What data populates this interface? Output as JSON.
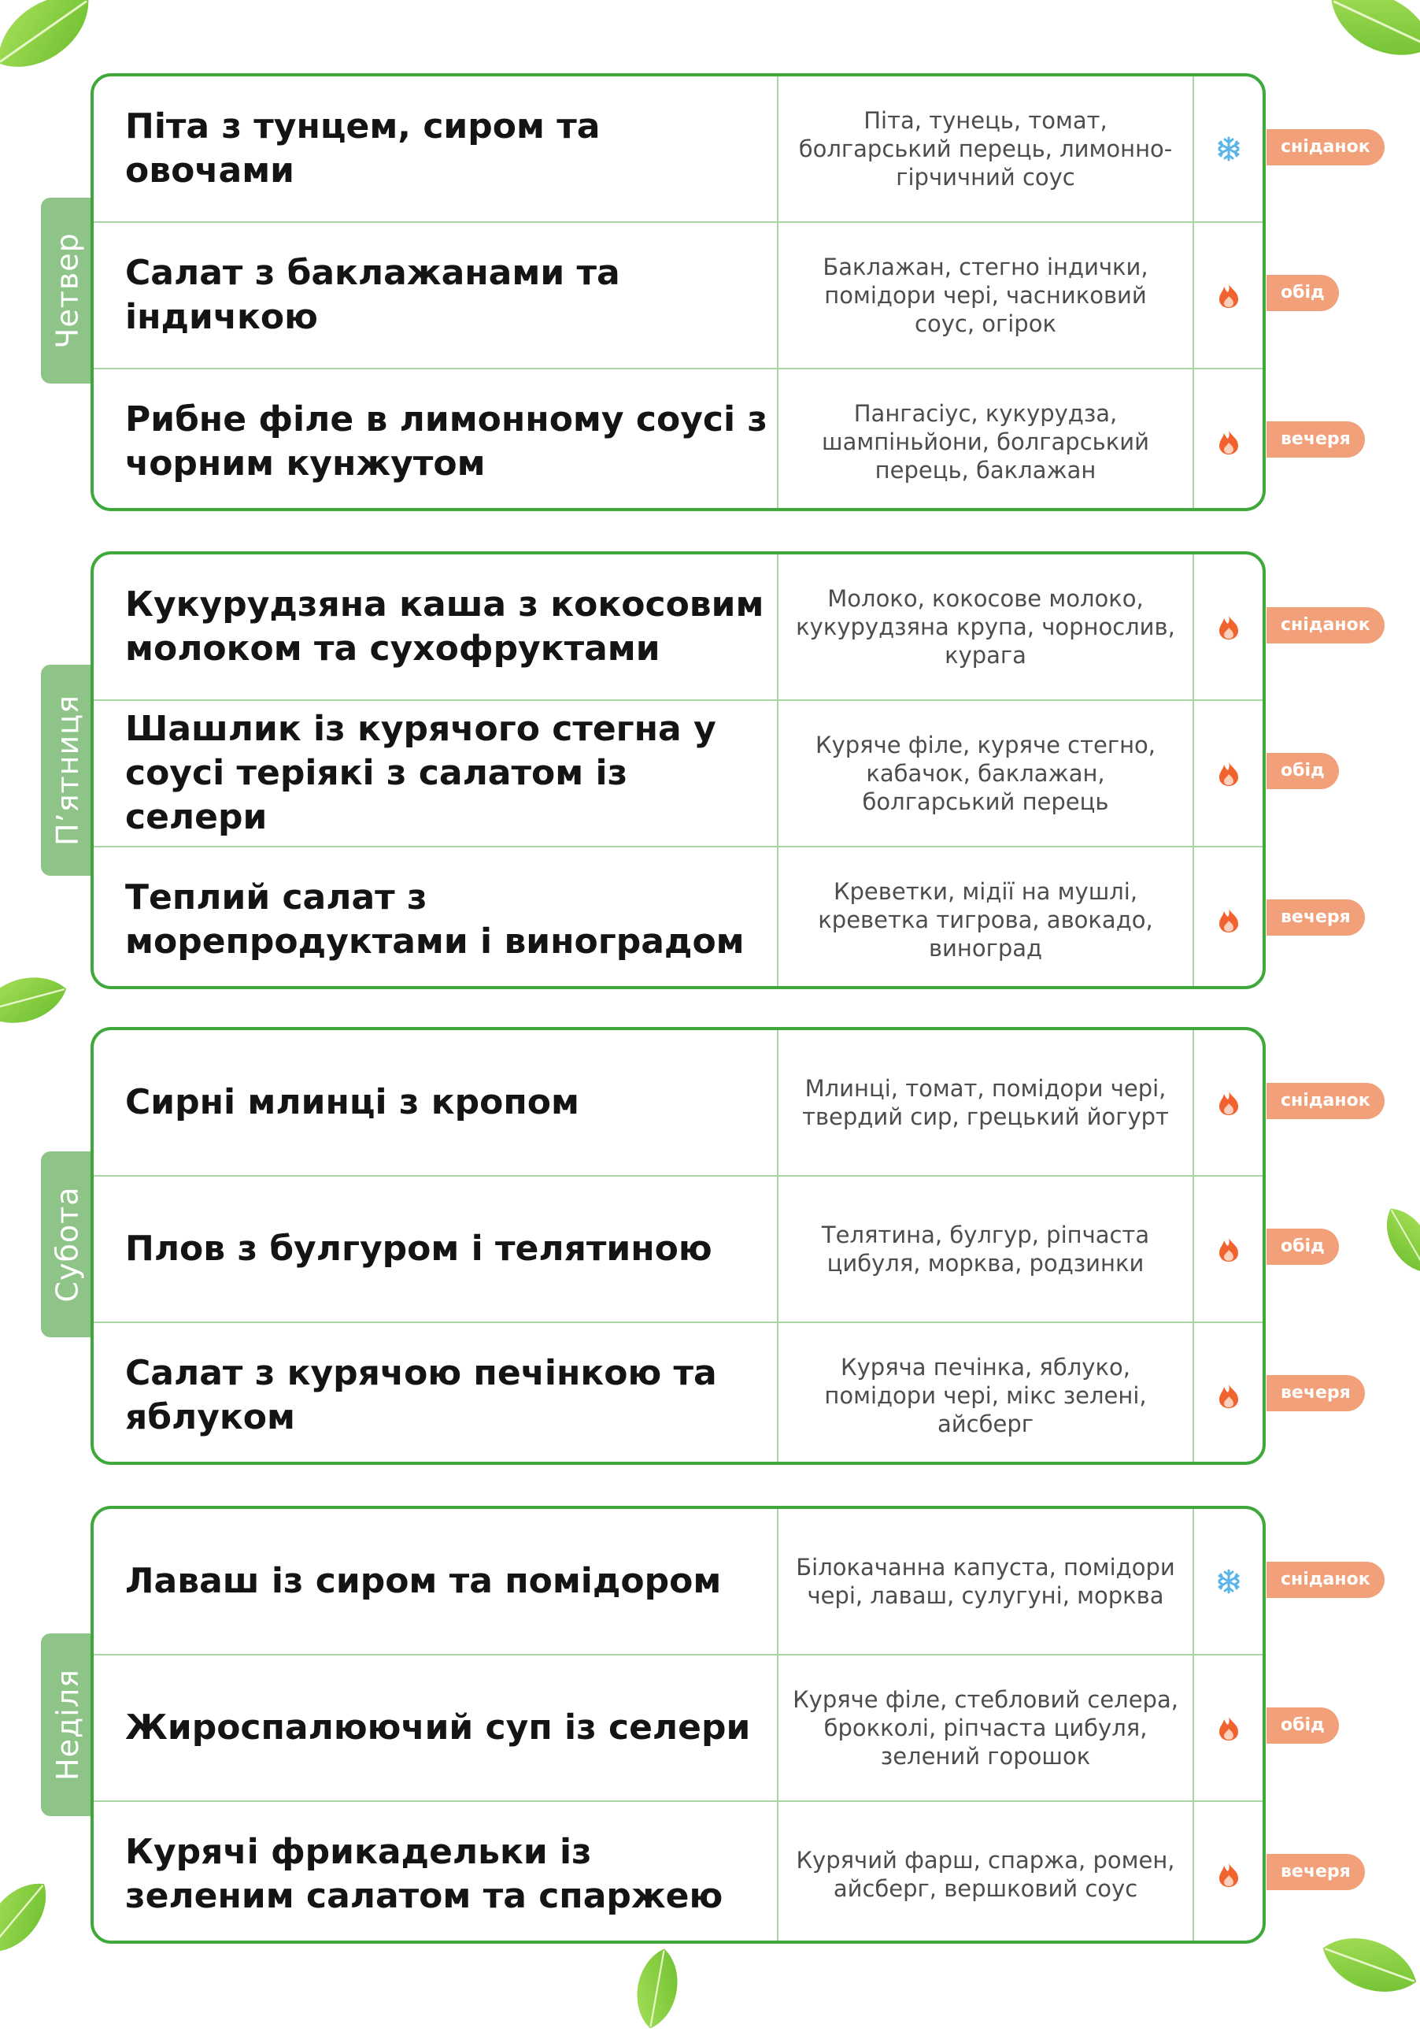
{
  "colors": {
    "accent_green": "#3fa83a",
    "tab_green": "#8fc488",
    "divider_green": "#a9d6a3",
    "badge_orange": "#f2a079",
    "fire_orange": "#f2622e",
    "snow_blue": "#5ab6e8",
    "leaf_green": "#6cbf2e"
  },
  "days": [
    {
      "name": "Четвер",
      "meals": [
        {
          "title": "Піта з тунцем, сиром та овочами",
          "ingredients": "Піта, тунець, томат, болгарський перець, лимонно-гірчичний соус",
          "icon": "snowflake-icon",
          "badge": "сніданок"
        },
        {
          "title": "Салат з баклажанами та індичкою",
          "ingredients": "Баклажан, стегно індички, помідори чері, часниковий соус, огірок",
          "icon": "fire-icon",
          "badge": "обід"
        },
        {
          "title": "Рибне філе в лимонному соусі з чорним кунжутом",
          "ingredients": "Пангасіус, кукурудза, шампіньйони, болгарський перець, баклажан",
          "icon": "fire-icon",
          "badge": "вечеря"
        }
      ]
    },
    {
      "name": "П’ятниця",
      "meals": [
        {
          "title": "Кукурудзяна каша з кокосовим молоком та сухофруктами",
          "ingredients": "Молоко, кокосове молоко, кукурудзяна крупа, чорнослив, курага",
          "icon": "fire-icon",
          "badge": "сніданок"
        },
        {
          "title": "Шашлик із курячого стегна у соусі теріякі з салатом із селери",
          "ingredients": "Куряче філе, куряче стегно, кабачок, баклажан, болгарський перець",
          "icon": "fire-icon",
          "badge": "обід"
        },
        {
          "title": "Теплий салат з морепродуктами і виноградом",
          "ingredients": "Креветки, мідії на мушлі, креветка тигрова, авокадо, виноград",
          "icon": "fire-icon",
          "badge": "вечеря"
        }
      ]
    },
    {
      "name": "Субота",
      "meals": [
        {
          "title": "Сирні млинці з кропом",
          "ingredients": "Млинці, томат, помідори чері, твердий сир, грецький йогурт",
          "icon": "fire-icon",
          "badge": "сніданок"
        },
        {
          "title": "Плов з булгуром і телятиною",
          "ingredients": "Телятина, булгур, ріпчаста цибуля, морква, родзинки",
          "icon": "fire-icon",
          "badge": "обід"
        },
        {
          "title": "Салат з курячою печінкою та яблуком",
          "ingredients": "Куряча печінка, яблуко, помідори чері, мікс зелені, айсберг",
          "icon": "fire-icon",
          "badge": "вечеря"
        }
      ]
    },
    {
      "name": "Неділя",
      "meals": [
        {
          "title": "Лаваш із сиром та помідором",
          "ingredients": "Білокачанна капуста, помідори чері, лаваш, сулугуні, морква",
          "icon": "snowflake-icon",
          "badge": "сніданок"
        },
        {
          "title": "Жироспалюючий суп із селери",
          "ingredients": "Куряче філе, стебловий селера, брокколі, ріпчаста цибуля, зелений горошок",
          "icon": "fire-icon",
          "badge": "обід"
        },
        {
          "title": "Курячі фрикадельки із зеленим салатом та спаржею",
          "ingredients": "Курячий фарш, спаржа, ромен, айсберг, вершковий соус",
          "icon": "fire-icon",
          "badge": "вечеря"
        }
      ]
    }
  ]
}
